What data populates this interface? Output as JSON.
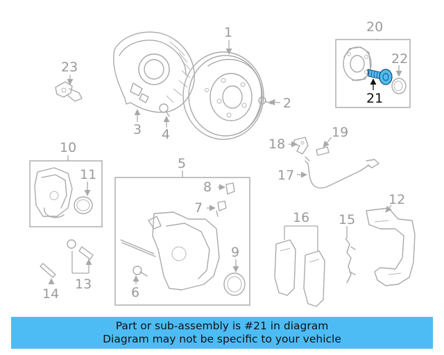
{
  "diagram": {
    "callouts": [
      "1",
      "2",
      "3",
      "4",
      "5",
      "6",
      "7",
      "8",
      "9",
      "10",
      "11",
      "12",
      "13",
      "14",
      "15",
      "16",
      "17",
      "18",
      "19",
      "20",
      "21",
      "22",
      "23"
    ],
    "highlighted_part": "21"
  },
  "banner": {
    "line1": "Part or sub-assembly is #21 in diagram",
    "line2": "Diagram may not be specific to your vehicle",
    "background": "#4dbcf5"
  },
  "colors": {
    "line": "#a9a9a9",
    "label": "#9a9a9a",
    "highlight_fill": "#4dbcf5",
    "highlight_label": "#111111"
  }
}
